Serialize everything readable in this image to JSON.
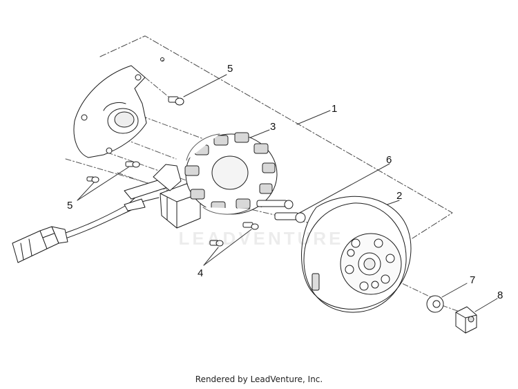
{
  "callouts": {
    "c1": "1",
    "c2": "2",
    "c3": "3",
    "c4": "4",
    "c5a": "5",
    "c5b": "5",
    "c6": "6",
    "c7": "7",
    "c8": "8"
  },
  "watermark": "LEADVENTURE",
  "footer": "Rendered by LeadVenture, Inc.",
  "colors": {
    "line": "#1a1a1a",
    "fill": "#ffffff",
    "shade": "#cfcfcf"
  }
}
